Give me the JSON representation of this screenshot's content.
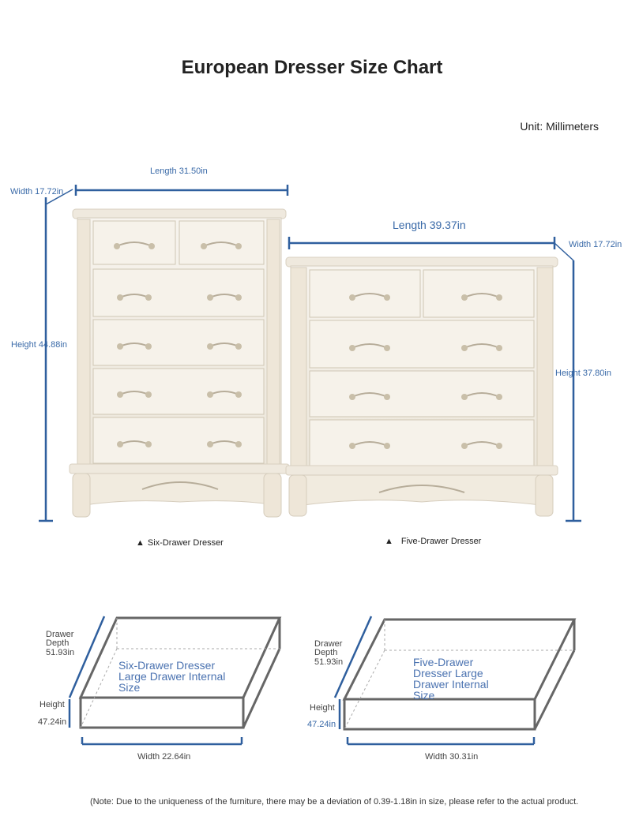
{
  "title": "European Dresser Size Chart",
  "unit": "Unit: Millimeters",
  "six_drawer": {
    "length": "Length 31.50in",
    "width": "Width 17.72in",
    "height": "Height 44.88in",
    "caption": "Six-Drawer Dresser"
  },
  "five_drawer": {
    "length": "Length 39.37in",
    "width": "Width 17.72in",
    "height": "Height 37.80in",
    "caption": "Five-Drawer Dresser"
  },
  "six_box": {
    "depth_label": "Drawer Depth",
    "depth_value": "51.93in",
    "height_label": "Height",
    "height_value": "47.24in",
    "width": "Width 22.64in",
    "inner_label": "Six-Drawer Dresser Large Drawer Internal Size"
  },
  "five_box": {
    "depth_label": "Drawer Depth",
    "depth_value": "51.93in",
    "height_label": "Height",
    "height_value": "47.24in",
    "width": "Width 30.31in",
    "inner_label": "Five-Drawer Dresser Large Drawer Internal Size"
  },
  "triangle_icon": "▲",
  "note": "(Note: Due to the uniqueness of the furniture, there may be a deviation of 0.39-1.18in in size, please refer to the actual product."
}
